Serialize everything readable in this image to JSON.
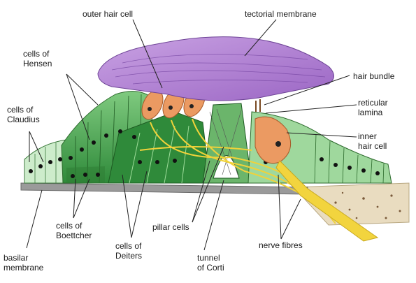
{
  "labels": {
    "outer_hair_cell": "outer hair cell",
    "tectorial_membrane": "tectorial membrane",
    "cells_of_hensen": "cells of\nHensen",
    "hair_bundle": "hair bundle",
    "cells_of_claudius": "cells of\nClaudius",
    "reticular_lamina": "reticular\nlamina",
    "inner_hair_cell": "inner\nhair cell",
    "cells_of_boettcher": "cells of\nBoettcher",
    "pillar_cells": "pillar cells",
    "nerve_fibres": "nerve fibres",
    "basilar_membrane": "basilar\nmembrane",
    "cells_of_deiters": "cells of\nDeiters",
    "tunnel_of_corti": "tunnel\nof Corti"
  },
  "colors": {
    "tectorial": "#b98ad6",
    "tectorial_dark": "#8e5bb3",
    "support_green": "#3f9a45",
    "support_light": "#8fd08f",
    "support_pale": "#c8ebc6",
    "hair_cell": "#e8935a",
    "nerve": "#f0d23a",
    "basilar": "#8a8a8a",
    "bone": "#e8d8b6"
  }
}
